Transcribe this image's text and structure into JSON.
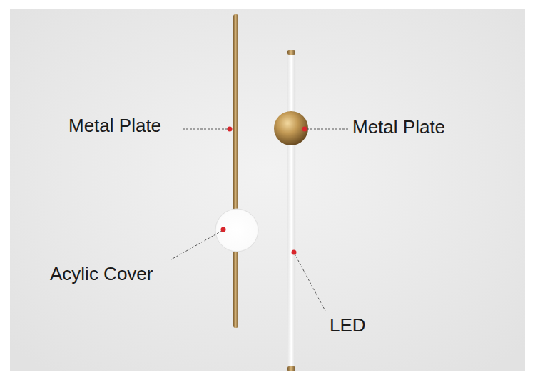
{
  "diagram": {
    "labels": [
      "Metal Plate",
      "Metal Plate",
      "Acylic Cover",
      "LED"
    ]
  }
}
